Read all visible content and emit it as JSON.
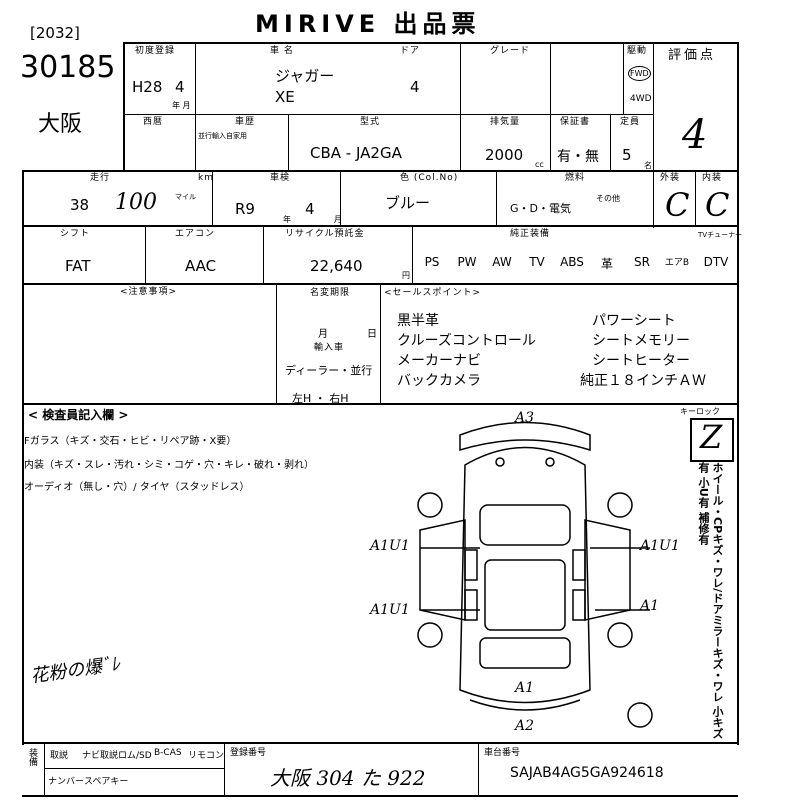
{
  "header": {
    "title": "MIRIVE 出品票",
    "lot_prefix": "[2032]",
    "lot_no": "30185",
    "venue": "大阪"
  },
  "labels": {
    "first_reg": "初度登録",
    "year_mo": "年 月",
    "car_name": "車 名",
    "doors": "ドア",
    "grade": "グレード",
    "drive": "駆動",
    "score": "評価点",
    "model_year": "西暦",
    "vehicle": "車歴",
    "import_note": "並行輸入自家用",
    "type": "型式",
    "displacement": "排気量",
    "warranty": "保証書",
    "capacity": "定員",
    "mileage": "走行",
    "mileage_unit": "km",
    "shaken": "車検",
    "color": "色 (Col.No)",
    "fuel": "燃料",
    "exterior": "外装",
    "interior": "内装",
    "shift": "シフト",
    "aircon": "エアコン",
    "recycle": "リサイクル預託金",
    "equipment": "純正装備",
    "tuner": "TVチューナー",
    "notes": "<注意事項>",
    "name_change": "名変期限",
    "import": "輸入車",
    "sales_points": "<セールスポイント>",
    "inspector": "< 検査員記入欄 >",
    "keylock": "キーロック",
    "bottom_label": "装備",
    "reg_no": "登録番号",
    "chassis_no": "車台番号"
  },
  "car": {
    "reg_year": "H28",
    "reg_month": "4",
    "name": "ジャガー",
    "model": "XE",
    "doors": "4",
    "drive_icons": [
      "FWD",
      "4WD"
    ],
    "score": "4",
    "type": "CBA - JA2GA",
    "displacement": "2000",
    "displacement_unit": "cc",
    "warranty": "有・無",
    "capacity": "5",
    "capacity_unit": "名",
    "mileage": "38",
    "mileage_hand": "100",
    "mileage_unit": "マイル",
    "shaken_era": "R9",
    "shaken_month": "4",
    "shaken_units": [
      "年",
      "月"
    ],
    "color": "ブルー",
    "fuel": "G・D・電気",
    "fuel_other": "その他",
    "exterior_grade": "C",
    "interior_grade": "C",
    "shift": "FAT",
    "aircon": "AAC",
    "recycle": "22,640",
    "recycle_unit": "円",
    "import_type": "ディーラー・並行",
    "import_side": "左H ・ 右H",
    "name_change_units": [
      "月",
      "日"
    ],
    "reg_no": "大阪 304 た 922",
    "chassis_no": "SAJAB4AG5GA924618"
  },
  "equipment": [
    "PS",
    "PW",
    "AW",
    "TV",
    "ABS",
    "革",
    "SR",
    "エアB",
    "DTV"
  ],
  "sales_points": [
    "黒半革",
    "クルーズコントロール",
    "メーカーナビ",
    "バックカメラ",
    "パワーシート",
    "シートメモリー",
    "シートヒーター",
    "純正１８インチＡＷ"
  ],
  "inspector_lines": [
    "Fガラス（キズ・交石・ヒビ・リペア跡・X要）",
    "内装（キズ・スレ・汚れ・シミ・コゲ・穴・キレ・破れ・剥れ）",
    "オーディオ（無し・穴）/ タイヤ（スタッドレス）"
  ],
  "handwritten_note": "花粉の爆ﾞﾚ",
  "damage_marks": [
    "A3",
    "A1U1",
    "A1U1",
    "A1U1",
    "A1",
    "A1",
    "A2"
  ],
  "keylock_mark": "Z",
  "side_note_right": "ホイール・CPキズ・ワレ/ドアミラーキズ・ワレ 小キズ有 小U有 補修有",
  "bottom_options": [
    [
      "取説",
      "ナビ取説",
      "ロム/SD",
      "B-CAS",
      "リモコン"
    ],
    [
      "ナンバー",
      "スペアキー"
    ]
  ]
}
